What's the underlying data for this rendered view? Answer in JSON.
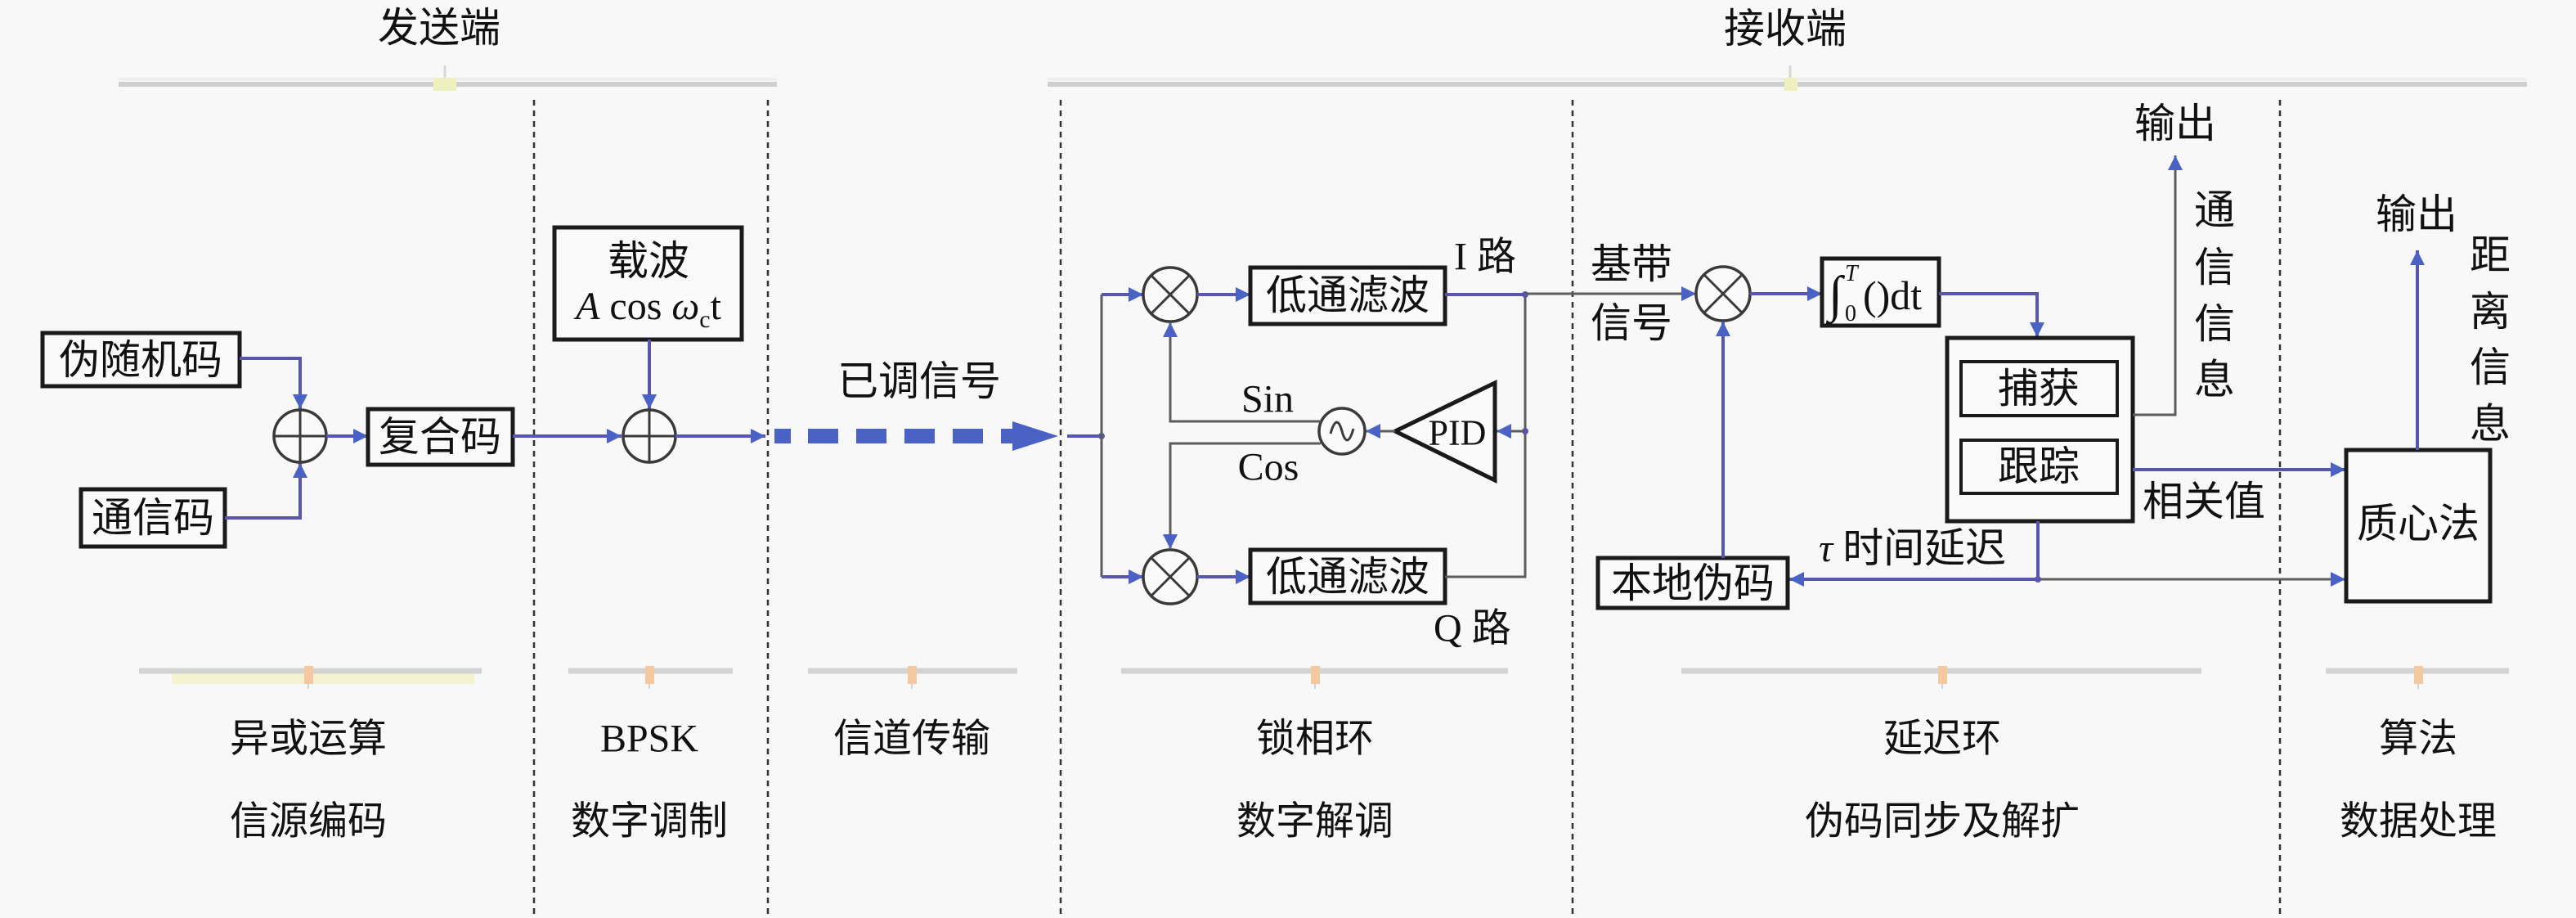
{
  "header": {
    "transmitter": "发送端",
    "receiver": "接收端"
  },
  "transmitter": {
    "pseudo_random_code": "伪随机码",
    "comm_code": "通信码",
    "composite_code": "复合码",
    "carrier": {
      "title": "载波",
      "amp": "A",
      "cos": " cos ",
      "omega": "ω",
      "sub": "c",
      "t": "t"
    },
    "modulated_signal": "已调信号"
  },
  "pll": {
    "lpf_i": "低通滤波",
    "lpf_q": "低通滤波",
    "i_path": "I 路",
    "q_path": "Q 路",
    "sin": "Sin",
    "cos": "Cos",
    "pid": "PID"
  },
  "delay_loop": {
    "baseband_line1": "基带",
    "baseband_line2": "信号",
    "integrator": {
      "integral": "∫",
      "upper": "T",
      "lower": "0",
      "body": "()dt"
    },
    "acquisition": "捕获",
    "tracking": "跟踪",
    "output": "输出",
    "comm_info": [
      "通",
      "信",
      "信",
      "息"
    ],
    "local_code": "本地伪码",
    "tau": "τ",
    "delay_label": "时间延迟",
    "correlation": "相关值"
  },
  "algorithm": {
    "centroid": "质心法",
    "output": "输出",
    "range_info": [
      "距",
      "离",
      "信",
      "息"
    ]
  },
  "stages": [
    {
      "line1": "异或运算",
      "line2": "信源编码"
    },
    {
      "line1": "BPSK",
      "line2": "数字调制"
    },
    {
      "line1": "信道传输",
      "line2": ""
    },
    {
      "line1": "锁相环",
      "line2": "数字解调"
    },
    {
      "line1": "延迟环",
      "line2": "伪码同步及解扩"
    },
    {
      "line1": "算法",
      "line2": "数据处理"
    }
  ],
  "colors": {
    "background": "#f8f8f8",
    "signal_line": "#5856b0",
    "plain_line": "#5c5c5c",
    "arrowhead": "#4a62c4",
    "block_border": "#1a1a1a",
    "divider": "#333333",
    "section_marker_top": "#eef0c0",
    "section_marker_bottom": "#f5c8a0"
  }
}
